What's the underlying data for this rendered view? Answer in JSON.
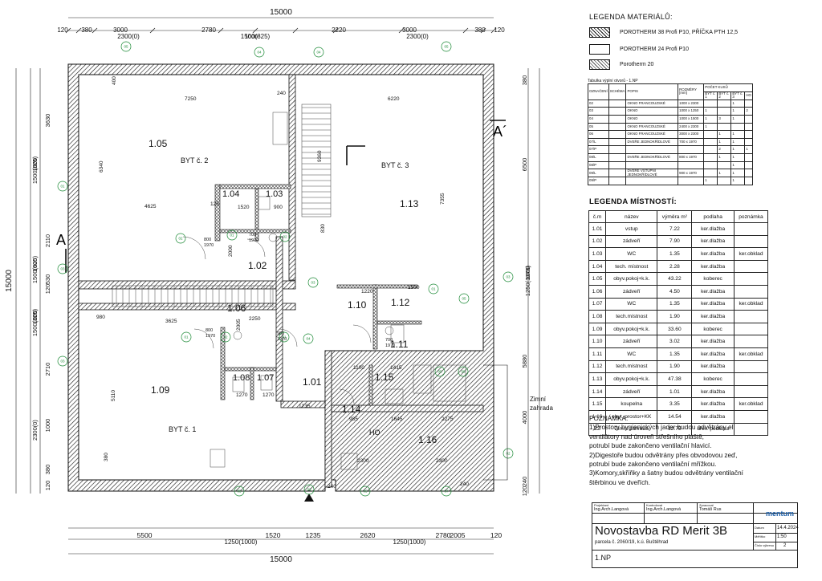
{
  "plan": {
    "overall_dims": {
      "top": "15000",
      "bottom": "15000",
      "left": "15000"
    },
    "top_chain": [
      "120",
      "380",
      "3000",
      "2300(0)",
      "2780",
      "1000",
      "1500(825)",
      "2220",
      "3000",
      "2300(0)",
      "380",
      "120"
    ],
    "bottom_chain": [
      "5500",
      "1520",
      "1235",
      "2620",
      "2780",
      "2005",
      "120"
    ],
    "bottom_sub": [
      "1250(1000)",
      "1250(1000)"
    ],
    "left_chain": [
      "3630",
      "1000",
      "1500(825)",
      "2110",
      "1000",
      "1500(825)",
      "530",
      "120",
      "1000",
      "1500(825)",
      "2710",
      "1000",
      "2300(0)",
      "380",
      "120"
    ],
    "right_chain": [
      "380",
      "6500",
      "1000",
      "1250(1075)",
      "5880",
      "4000",
      "240",
      "120"
    ],
    "inner_dims": [
      "7250",
      "240",
      "6340",
      "4625",
      "125",
      "1520",
      "900",
      "6220",
      "7355",
      "9360",
      "830",
      "1220",
      "1500",
      "3625",
      "2250",
      "2000",
      "2005",
      "5110",
      "1100",
      "1415",
      "1645",
      "2275",
      "985",
      "2300",
      "1235",
      "1270",
      "1270",
      "2300",
      "240",
      "240",
      "380",
      "400",
      "980"
    ],
    "rooms": [
      {
        "num": "1.05"
      },
      {
        "num": "1.04"
      },
      {
        "num": "1.03"
      },
      {
        "num": "1.13"
      },
      {
        "num": "1.02"
      },
      {
        "num": "1.06"
      },
      {
        "num": "1.10"
      },
      {
        "num": "1.12"
      },
      {
        "num": "1.11"
      },
      {
        "num": "1.09"
      },
      {
        "num": "1.08"
      },
      {
        "num": "1.07"
      },
      {
        "num": "1.01"
      },
      {
        "num": "1.15"
      },
      {
        "num": "1.14"
      },
      {
        "num": "1.16"
      }
    ],
    "unit_labels": [
      "BYT č. 2",
      "BYT č. 3",
      "BYT č. 1",
      "HO"
    ],
    "section_marks": [
      "A",
      "A´"
    ],
    "garden_label": "Zimní zahrada",
    "door_tags": [
      "800\n1970",
      "700\n1970",
      "900\n1970",
      "800\n1970",
      "700\n1970"
    ],
    "circle_tags": [
      "05",
      "04",
      "04",
      "05",
      "01",
      "02",
      "01",
      "02",
      "03",
      "03",
      "03",
      "05",
      "01",
      "02",
      "01",
      "04",
      "03",
      "05",
      "08",
      "05",
      "03",
      "05",
      "07",
      "02",
      "01"
    ]
  },
  "legend_materials": {
    "title": "LEGENDA MATERIÁLŮ:",
    "items": [
      {
        "label": "POROTHERM 38 Profi P10, PŘÍČKA PTH 12,5",
        "swatch": "hatch-38"
      },
      {
        "label": "POROTHERM 24 Profi P10",
        "swatch": "plain-24"
      },
      {
        "label": "Porotherm 20",
        "swatch": "cross-20"
      }
    ]
  },
  "openings_table": {
    "title": "Tabulka výplní otvorů - 1.NP",
    "headers": [
      "OZNAČENÍ",
      "SCHÉMA",
      "POPIS",
      "ROZMĚRY [mm]",
      "BYT č. 1",
      "BYT č. 2",
      "BYT č. 3",
      "HO"
    ],
    "header_groups": [
      "POČET KUSŮ"
    ],
    "rows": [
      [
        "02",
        "",
        "OKNO FRANCOUZSKÉ",
        "1000 x 2300",
        "",
        "",
        "1",
        ""
      ],
      [
        "03",
        "",
        "OKNO",
        "1000 x 1250",
        "1",
        "",
        "1",
        "2"
      ],
      [
        "04",
        "",
        "OKNO",
        "1000 x 1500",
        "1",
        "3",
        "1",
        ""
      ],
      [
        "05",
        "",
        "OKNO FRANCOUZSKÉ",
        "2400 x 2300",
        "1",
        "",
        "",
        ""
      ],
      [
        "06",
        "",
        "OKNO FRANCOUZSKÉ",
        "3000 x 2300",
        "",
        "1",
        "1",
        ""
      ],
      [
        "07/L",
        "",
        "DVEŘE JEDNOKŘÍDLOVÉ",
        "700 x 1970",
        "",
        "1",
        "1",
        ""
      ],
      [
        "07/P",
        "",
        "",
        "",
        "",
        "2",
        "1",
        "1"
      ],
      [
        "08/L",
        "",
        "DVEŘE JEDNOKŘÍDLOVÉ",
        "800 x 1970",
        "",
        "1",
        "1",
        ""
      ],
      [
        "08/P",
        "",
        "",
        "",
        "",
        "",
        "1",
        ""
      ],
      [
        "09/L",
        "",
        "DVEŘE VSTUPNÍ JEDNOKŘÍDLOVÉ",
        "900 x 1970",
        "",
        "1",
        "1",
        ""
      ],
      [
        "09/P",
        "",
        "",
        "",
        "1",
        "",
        "1",
        ""
      ]
    ]
  },
  "rooms_legend": {
    "title": "LEGENDA MÍSTNOSTÍ:",
    "headers": [
      "č.m",
      "název",
      "výměra m²",
      "podlaha",
      "poznámka"
    ],
    "rows": [
      [
        "1.01",
        "vstup",
        "7.22",
        "ker.dlažba",
        ""
      ],
      [
        "1.02",
        "zádveří",
        "7.90",
        "ker.dlažba",
        ""
      ],
      [
        "1.03",
        "WC",
        "1.35",
        "ker.dlažba",
        "ker.obklad"
      ],
      [
        "1.04",
        "tech. místnost",
        "2.28",
        "ker.dlažba",
        ""
      ],
      [
        "1.05",
        "obyv.pokoj+k.k.",
        "43.22",
        "koberec",
        ""
      ],
      [
        "1.06",
        "zádveří",
        "4.50",
        "ker.dlažba",
        ""
      ],
      [
        "1.07",
        "WC",
        "1.35",
        "ker.dlažba",
        "ker.obklad"
      ],
      [
        "1.08",
        "tech.místnost",
        "1.90",
        "ker.dlažba",
        ""
      ],
      [
        "1.09",
        "obyv.pokoj+k.k.",
        "33.60",
        "koberec",
        ""
      ],
      [
        "1.10",
        "zádveří",
        "3.02",
        "ker.dlažba",
        ""
      ],
      [
        "1.11",
        "WC",
        "1.35",
        "ker.dlažba",
        "ker.obklad"
      ],
      [
        "1.12",
        "tech.místnost",
        "1.90",
        "ker.dlažba",
        ""
      ],
      [
        "1.13",
        "obyv.pokoj+k.k.",
        "47.38",
        "koberec",
        ""
      ],
      [
        "1.14",
        "zádveří",
        "1.01",
        "ker.dlažba",
        ""
      ],
      [
        "1.15",
        "koupelna",
        "3.35",
        "ker.dlažba",
        "ker.obklad"
      ],
      [
        "1.16",
        "obyt. prostor+KK",
        "14.54",
        "ker.dlažba",
        ""
      ],
      [
        "ZZ",
        "Zimní zahrada",
        "12.75",
        "dřev. podlaha",
        ""
      ]
    ]
  },
  "notes": {
    "title": "POZNÁMKA:",
    "lines": [
      "1)Prostory hygienických jader budou odvětrány el.",
      "ventilátory nad úroveň střešního pláště,",
      "potrubí bude zakončeno ventilační hlavicí.",
      "2)Digestoře budou odvětrány přes obvodovou zeď,",
      "potrubí bude zakončeno ventilační mřížkou.",
      "3)Komory,skříňky a šatny budou odvětrány ventilační",
      "štěrbinou ve dveřích."
    ]
  },
  "title_block": {
    "projektant_label": "Projektant",
    "projektant": "Ing.Arch.Langová",
    "kontroloval_label": "Kontroloval",
    "kontroloval": "Ing.Arch.Langová",
    "zpracoval_label": "Zpracoval",
    "zpracoval": "Tomáš Rus",
    "logo": "mentum",
    "project": "Novostavba RD Merit 3B",
    "parcel": "parcela č. 2060/19, k.ú. Buštěhrad",
    "sheet": "1.NP",
    "date_label": "Datum",
    "date": "14.4.2024",
    "scale_label": "Měřítko",
    "scale": "1:50",
    "drawing_no_label": "Číslo výkresu",
    "drawing_no": "2"
  }
}
